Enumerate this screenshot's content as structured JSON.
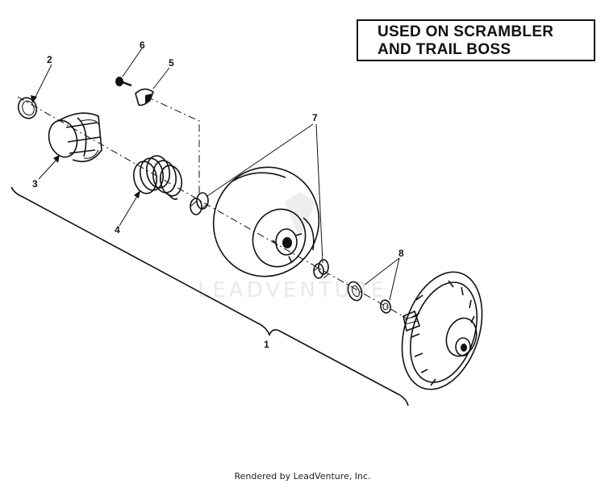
{
  "title": {
    "line1": "USED ON SCRAMBLER",
    "line2": "AND TRAIL BOSS"
  },
  "callouts": {
    "c1": "1",
    "c2": "2",
    "c3": "3",
    "c4": "4",
    "c5": "5",
    "c6": "6",
    "c7": "7",
    "c8": "8"
  },
  "watermark": "LEADVENTURE",
  "footer": "Rendered by LeadVenture, Inc."
}
